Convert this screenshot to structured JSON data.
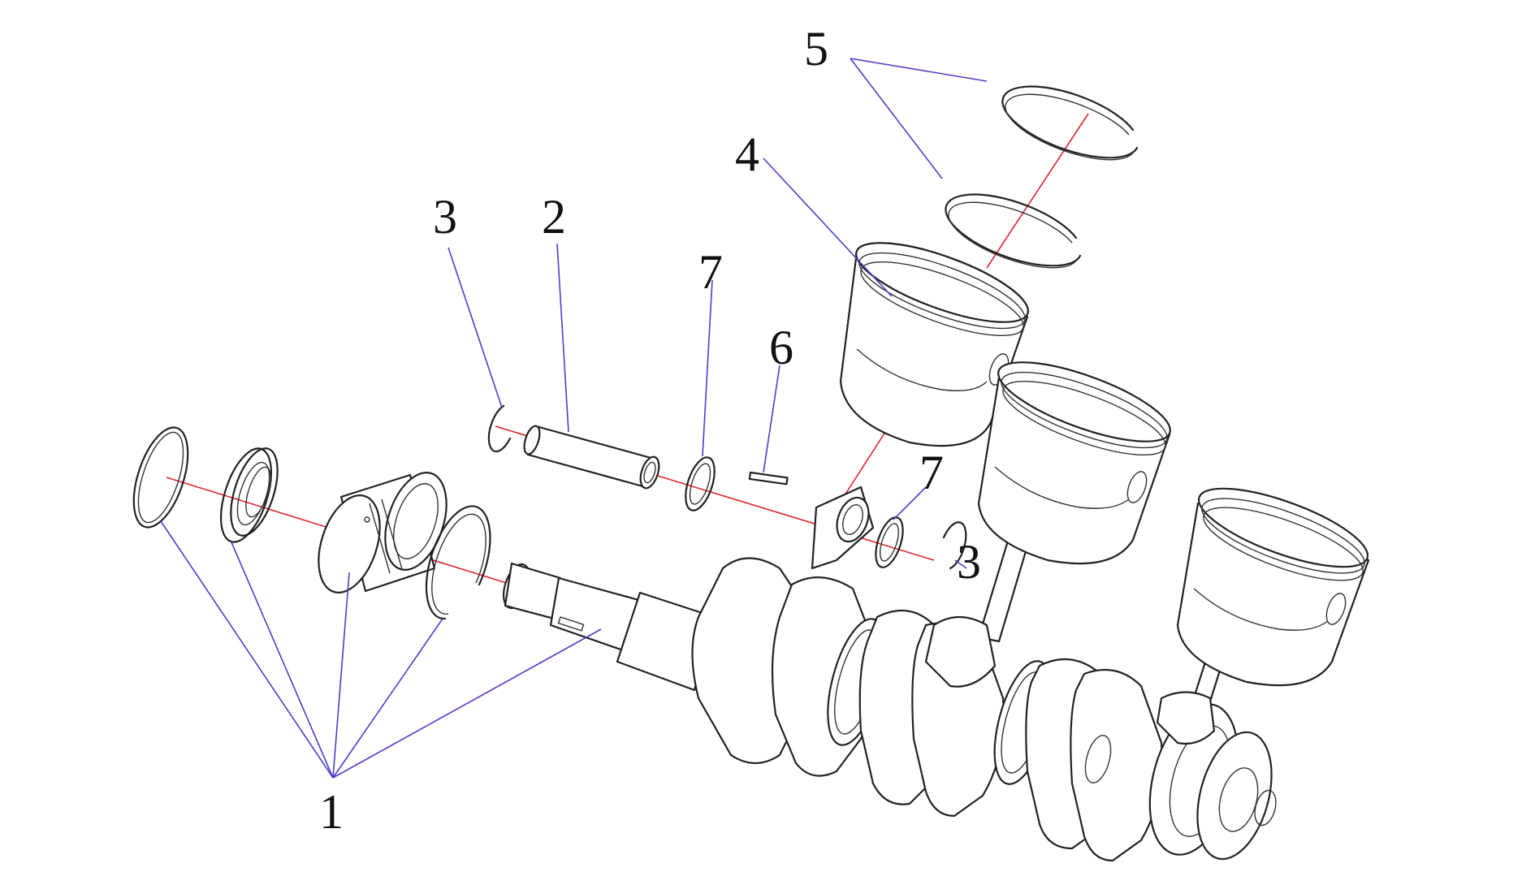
{
  "colors": {
    "background": "#ffffff",
    "linework": "#222222",
    "leader_lines": "#4a3fc9",
    "center_lines": "#e0242c",
    "labels": "#111111"
  },
  "callouts": [
    {
      "id": "c1",
      "text": "1"
    },
    {
      "id": "c2",
      "text": "2"
    },
    {
      "id": "c3a",
      "text": "3"
    },
    {
      "id": "c3b",
      "text": "3"
    },
    {
      "id": "c4",
      "text": "4"
    },
    {
      "id": "c5",
      "text": "5"
    },
    {
      "id": "c6",
      "text": "6"
    },
    {
      "id": "c7a",
      "text": "7"
    },
    {
      "id": "c7b",
      "text": "7"
    }
  ]
}
